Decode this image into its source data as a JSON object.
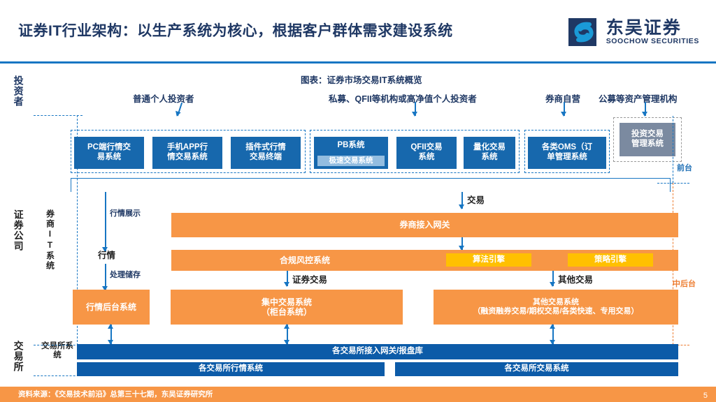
{
  "header": {
    "title": "证券IT行业架构：以生产系统为核心，根据客户群体需求建设系统",
    "logo_cn": "东吴证券",
    "logo_en": "SOOCHOW SECURITIES"
  },
  "caption": "图表：证券市场交易IT系统概览",
  "bands": {
    "investor": "投资者",
    "securities_firm": "证券公司",
    "exchange": "交易所",
    "broker_it": "券商IT系统",
    "exchange_system": "交易所系统"
  },
  "audiences": {
    "retail": "普通个人投资者",
    "institutional": "私募、QFII等机构或高净值个人投资者",
    "proprietary": "券商自营",
    "asset_mgmt": "公募等资产管理机构"
  },
  "front_systems": {
    "retail": [
      "PC端行情交\n易系统",
      "手机APP行\n情交易系统",
      "插件式行情\n交易终端"
    ],
    "institutional": [
      {
        "label": "PB系统",
        "sub": "极速交易系统"
      },
      {
        "label": "QFII交易\n系统"
      },
      {
        "label": "量化交易\n系统"
      }
    ],
    "proprietary": [
      "各类OMS（订\n单管理系统"
    ],
    "asset_mgmt": "投资交易\n管理系统"
  },
  "zone_labels": {
    "front_office": "前台",
    "middle_back_office": "中后台"
  },
  "flow_labels": {
    "trade": "交易",
    "quote_display": "行情展示",
    "quote": "行情",
    "process_store": "处理储存",
    "securities_trade": "证券交易",
    "other_trade": "其他交易"
  },
  "broker_systems": {
    "gateway": "券商接入网关",
    "compliance": "合规风控系统",
    "algo_engine": "算法引擎",
    "strategy_engine": "策略引擎",
    "quote_backend": "行情后台系统",
    "central_trading": "集中交易系统\n（柜台系统）",
    "other_trading": "其他交易系统\n（融资融券交易/期权交易/各类快速、专用交易）"
  },
  "exchange_systems": {
    "gateway": "各交易所接入网关/报盘库",
    "quote": "各交易所行情系统",
    "trade": "各交易所交易系统"
  },
  "footer": {
    "source": "资料来源：《交易技术前沿》总第三十七期，东吴证券研究所",
    "page": "5"
  },
  "colors": {
    "title_navy": "#1f3864",
    "rule_blue": "#1776c3",
    "box_blue": "#1768ad",
    "box_orange": "#f79646",
    "box_yellow": "#ffc000",
    "box_navy": "#0c5ba8",
    "box_gray": "#7b8aa0",
    "inner_lightblue": "#93bde0"
  }
}
